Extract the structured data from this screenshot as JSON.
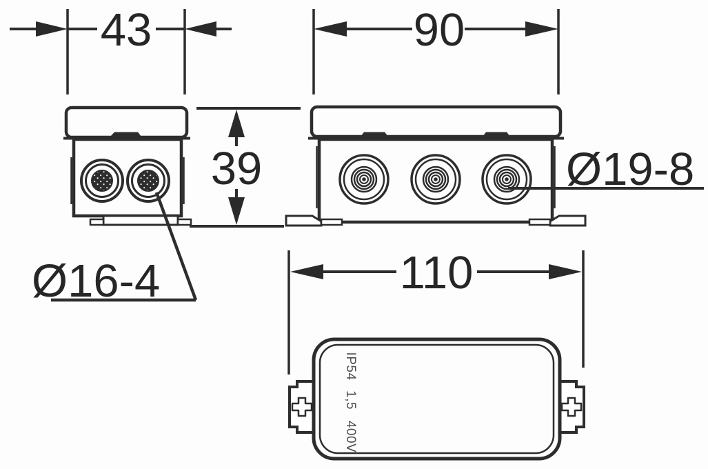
{
  "drawing": {
    "type": "technical-dimension-drawing",
    "subject": "surface-mount junction box, three orthographic views",
    "colors": {
      "line": "#2d2d2e",
      "background": "#ffffff",
      "marking_text": "#4f4f52"
    },
    "dimensions": {
      "side_view_width": "43",
      "front_view_width": "90",
      "body_height": "39",
      "overall_width_with_lugs": "110"
    },
    "labels": {
      "side_knockouts": "Ø16-4",
      "front_knockouts": "Ø19-8"
    },
    "markings": {
      "ip_rating": "IP54",
      "conductor_size": "1,5",
      "voltage": "400V"
    }
  }
}
